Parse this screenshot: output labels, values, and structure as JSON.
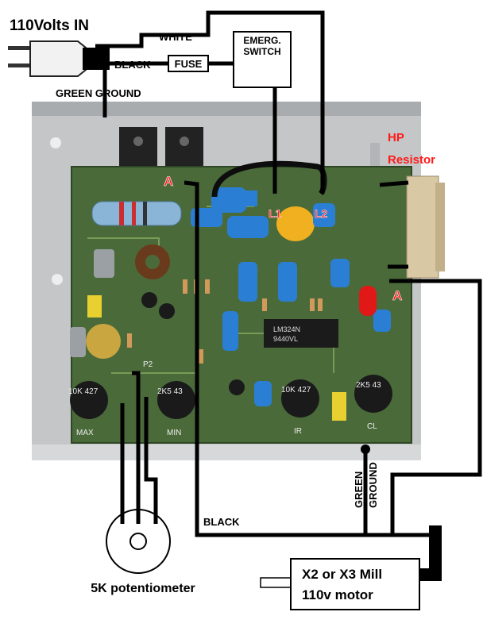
{
  "title": "110Volts IN",
  "wires": {
    "white": "WHITE",
    "black_top": "BLACK",
    "green_ground_top": "GREEN GROUND",
    "black_bottom": "BLACK",
    "green_ground_vertical_1": "GREEN",
    "green_ground_vertical_2": "GROUND"
  },
  "components": {
    "fuse": "FUSE",
    "emergency_switch_line1": "EMERG.",
    "emergency_switch_line2": "SWITCH",
    "hp_resistor_line1": "HP",
    "hp_resistor_line2": "Resistor",
    "potentiometer": "5K potentiometer",
    "motor_line1": "X2 or X3 Mill",
    "motor_line2": "110v motor"
  },
  "terminals": {
    "a_left": "A",
    "a_right": "A",
    "l1": "L1",
    "l2": "L2"
  },
  "board_labels": {
    "max": "MAX",
    "min": "MIN",
    "ir": "IR",
    "cl": "CL",
    "pot_10k_427": "10K 427",
    "pot_2k5_43": "2K5 43",
    "pot_10k_427_b": "10K 427",
    "pot_2k5_43_b": "2K5 43",
    "ic_line1": "LM324N",
    "ic_line2": "9440VL",
    "p2": "P2"
  },
  "colors": {
    "board": "#4a6a3a",
    "chassis": "#b9bcbf",
    "terminal_red": "#ff1a1a",
    "wire": "#000000"
  }
}
